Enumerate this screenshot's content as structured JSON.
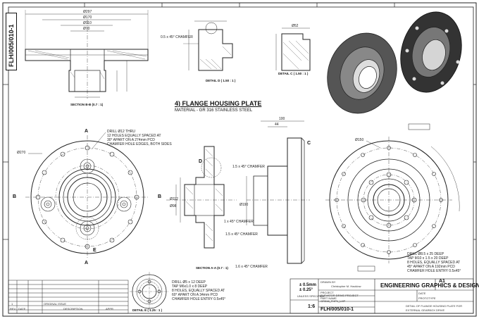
{
  "sheet_title_vertical": "FLH/005/010-1",
  "main_heading": "4) FLANGE HOUSING PLATE",
  "material": "MATERIAL - GR 316 STAINLESS STEEL",
  "section_labels": {
    "section_bb": "SECTION B-B (0.7 : 1)",
    "detail_d": "DETAIL D ( 1.50 : 1 )",
    "detail_c": "DETAIL C ( 1.50 : 1 )",
    "section_aa": "SECTION A-A (0.7 : 1)",
    "detail_e": "DETAIL E ( 1.25 : 1 )"
  },
  "callouts": {
    "drill_left": "DRILL Ø12 THRU",
    "drill_left_2": "12 HOLES EQUALLY SPACED AT",
    "drill_left_3": "30° APART ON A 274mm PCD",
    "drill_left_4": "CHAMFER HOLE EDGES, BOTH SIDES",
    "drill_right": "DRILL Ø8.5 x 25 DEEP",
    "drill_right_2": "TAP M10 x 1.5 x 20 DEEP",
    "drill_right_3": "8 HOLES, EQUALLY SPACED AT",
    "drill_right_4": "45° APART ON A 192mm PCD",
    "drill_right_5": "CHAMFER HOLE ENTRY 0.5x45°",
    "drill_e": "DRILL Ø5 x 12 DEEP",
    "drill_e_2": "TAP M6x1.0 x 8 DEEP",
    "drill_e_3": "8 HOLES, EQUALLY SPACED AT",
    "drill_e_4": "60° APART ON A 34mm PCD",
    "drill_e_5": "CHAMFER HOLE ENTRY 0.5x45°",
    "chamfer_1": "0.5 x 45° CHAMFER",
    "chamfer_2": "1.5 x 45° CHAMFER",
    "chamfer_3": "1 x 45° CHAMFER",
    "chamfer_4": "1.6 x 45° CHAMFER",
    "chamfer_5": "1.5 x 45° CHAMFER"
  },
  "view_letters": [
    "B",
    "B",
    "A",
    "A",
    "D",
    "E",
    "C"
  ],
  "title_block": {
    "company": "ENGINEERING GRAPHICS & DESIGN",
    "tolerance_1": "± 0.5mm",
    "tolerance_2": "± 0.25°",
    "tolerance_note": "UNLESS SPECIFIED",
    "scale": "1:6",
    "drawn_by_label": "DRAWN BY",
    "drawn_by": "Christopher M. Hacklow",
    "project_label": "PROJECT",
    "project": "ELEVATOR DRIVE PROJECT",
    "part_label": "PART NAME",
    "part": "GR316_FHP1_LHP",
    "date_label": "DATE",
    "status": "PROTOTYPE",
    "dwg_no": "FLH/005/010-1",
    "sheet_size": "A1",
    "title_text_1": "DETAIL OF FLANGE HOUSING PLATE FOR",
    "title_text_2": "EXTERNAL GEARBOX DRIVE",
    "revisions_header": [
      "REV",
      "DATE",
      "DESCRIPTION",
      "APPR"
    ],
    "revision_row": [
      "1",
      "",
      "ORIGINAL ISSUE",
      ""
    ]
  },
  "dimensions": {
    "bb_1": "Ø297",
    "bb_2": "Ø170",
    "bb_3": "Ø110",
    "bb_4": "Ø70",
    "aa_1": "Ø112",
    "aa_2": "Ø98",
    "aa_3": "Ø190",
    "side_1": "100",
    "side_2": "44",
    "c_1": "Ø52",
    "front_1": "Ø270",
    "right_1": "Ø150"
  }
}
